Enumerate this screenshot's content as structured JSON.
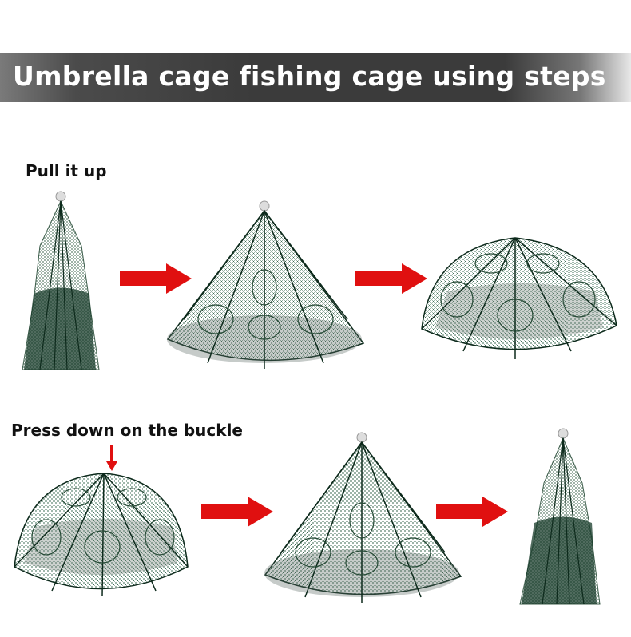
{
  "header": {
    "title": "Umbrella cage fishing cage using steps"
  },
  "steps": {
    "open_label": "Pull it up",
    "close_label": "Press down on the buckle"
  },
  "colors": {
    "net": "#1f4a33",
    "frame": "#0d2a1c",
    "arrow": "#e01010",
    "banner": "#3b3b3b"
  },
  "icons": [
    "collapsed-cage-icon",
    "half-open-cage-icon",
    "open-cage-icon",
    "red-arrow-icon"
  ]
}
